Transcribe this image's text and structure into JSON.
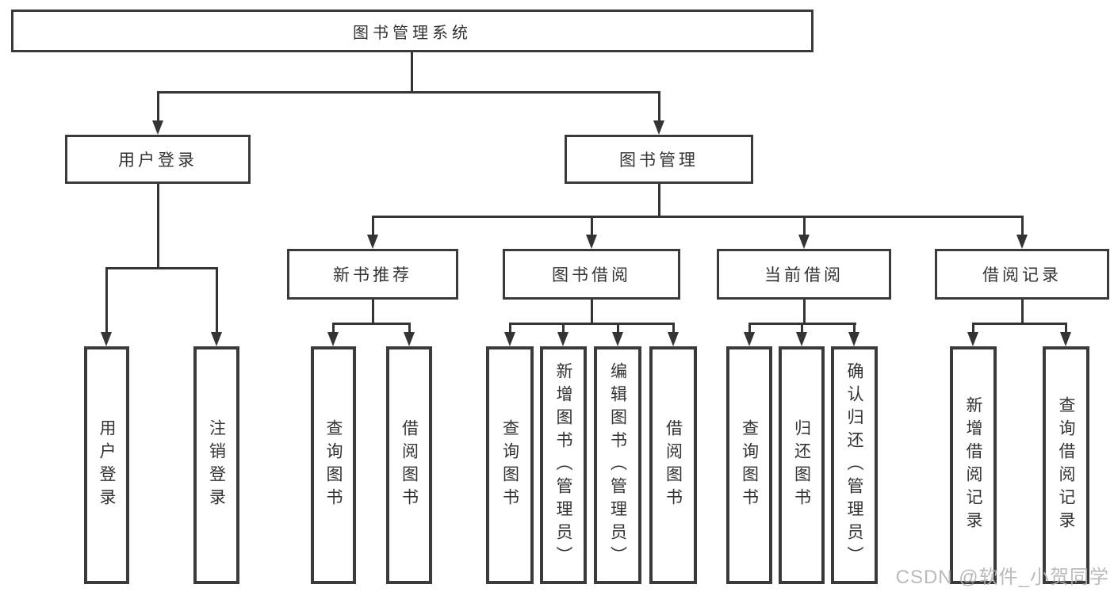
{
  "diagram": {
    "type": "tree",
    "root": {
      "label": "图书管理系统"
    },
    "branches": [
      {
        "label": "用户登录",
        "children": [
          {
            "label": "用户登录"
          },
          {
            "label": "注销登录"
          }
        ]
      },
      {
        "label": "图书管理",
        "children": [
          {
            "label": "新书推荐",
            "children": [
              {
                "label": "查询图书"
              },
              {
                "label": "借阅图书"
              }
            ]
          },
          {
            "label": "图书借阅",
            "children": [
              {
                "label": "查询图书"
              },
              {
                "label": "新增图书（管理员）"
              },
              {
                "label": "编辑图书（管理员）"
              },
              {
                "label": "借阅图书"
              }
            ]
          },
          {
            "label": "当前借阅",
            "children": [
              {
                "label": "查询图书"
              },
              {
                "label": "归还图书"
              },
              {
                "label": "确认归还（管理员）"
              }
            ]
          },
          {
            "label": "借阅记录",
            "children": [
              {
                "label": "新增借阅记录"
              },
              {
                "label": "查询借阅记录"
              }
            ]
          }
        ]
      }
    ],
    "watermark": "CSDN @软件_小贺同学",
    "colors": {
      "line": "#343434",
      "box_border": "#3a3a3a",
      "text": "#333333",
      "background": "#ffffff",
      "watermark": "#b5b5b5"
    }
  }
}
